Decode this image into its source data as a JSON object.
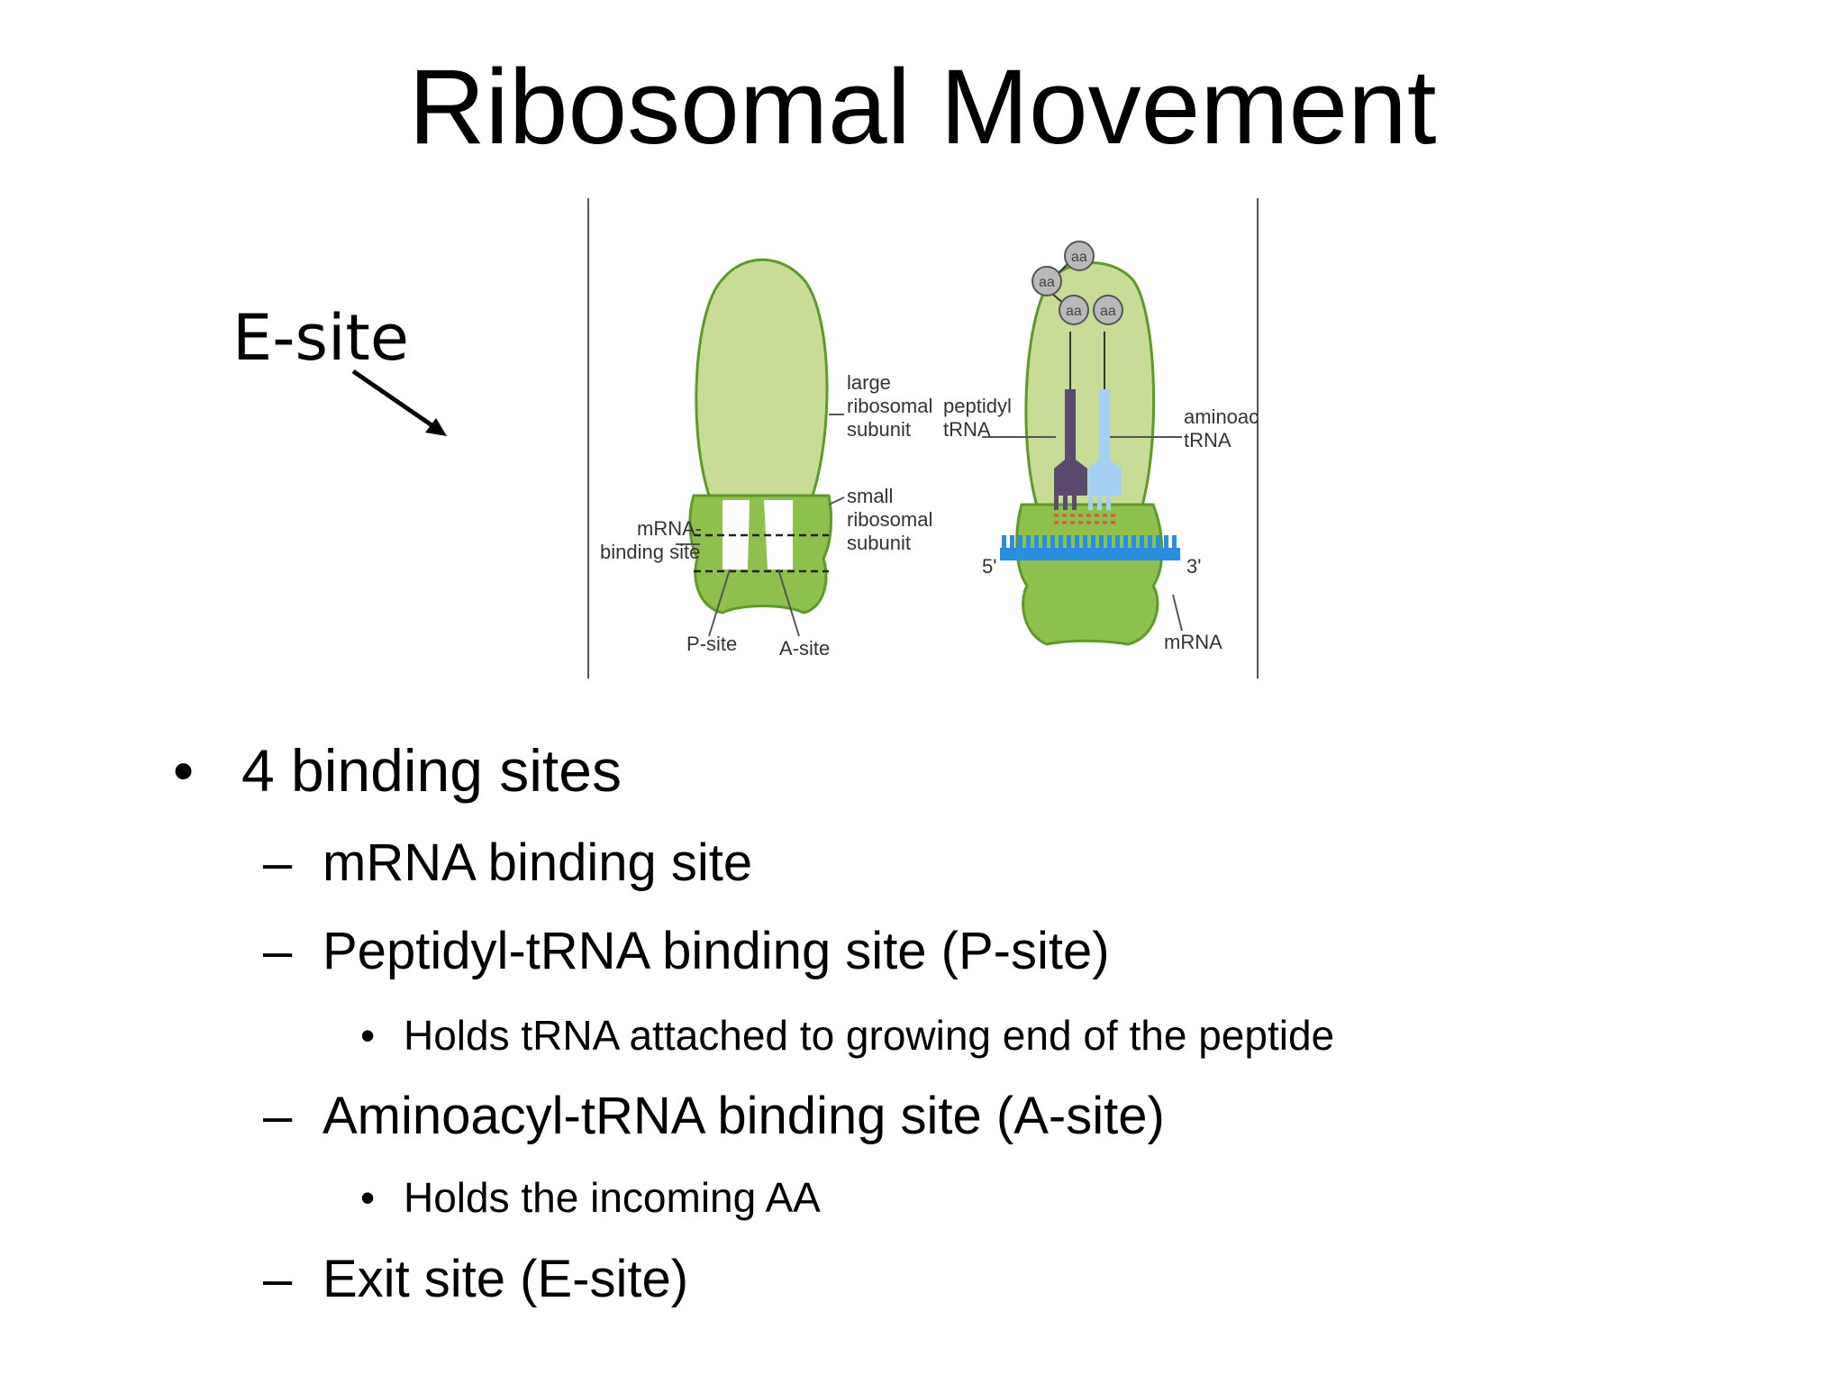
{
  "slide": {
    "title": "Ribosomal Movement",
    "annotation": "E-site"
  },
  "figure": {
    "left_panel": {
      "large_subunit_label": [
        "large",
        "ribosomal",
        "subunit"
      ],
      "small_subunit_label": [
        "small",
        "ribosomal",
        "subunit"
      ],
      "mrna_binding_label": [
        "mRNA-",
        "binding site"
      ],
      "p_site_label": "P-site",
      "a_site_label": "A-site"
    },
    "right_panel": {
      "peptidyl_label": [
        "peptidyl",
        "tRNA"
      ],
      "aminoacyl_label": [
        "aminoacyl",
        "tRNA"
      ],
      "five_prime": "5'",
      "three_prime": "3'",
      "mrna_label": "mRNA",
      "aa_label": "aa"
    },
    "colors": {
      "large_subunit": "#c8dc98",
      "small_subunit": "#8fc04e",
      "outline": "#5e9a2a",
      "mrna": "#2a8ee0",
      "peptidyl_trna": "#5a4a6e",
      "aminoacyl_trna": "#a6d0f2",
      "aa": "#b9b9b9"
    }
  },
  "bullets": [
    {
      "level": 1,
      "marker": "•",
      "text": "4 binding sites"
    },
    {
      "level": 2,
      "marker": "–",
      "text": "mRNA binding site"
    },
    {
      "level": 2,
      "marker": "–",
      "text": "Peptidyl-tRNA binding site (P-site)"
    },
    {
      "level": 3,
      "marker": "•",
      "text": "Holds tRNA attached to growing end of the peptide"
    },
    {
      "level": 2,
      "marker": "–",
      "text": "Aminoacyl-tRNA binding site (A-site)"
    },
    {
      "level": 3,
      "marker": "•",
      "text": "Holds the incoming AA"
    },
    {
      "level": 2,
      "marker": "–",
      "text": "Exit site (E-site)"
    }
  ]
}
